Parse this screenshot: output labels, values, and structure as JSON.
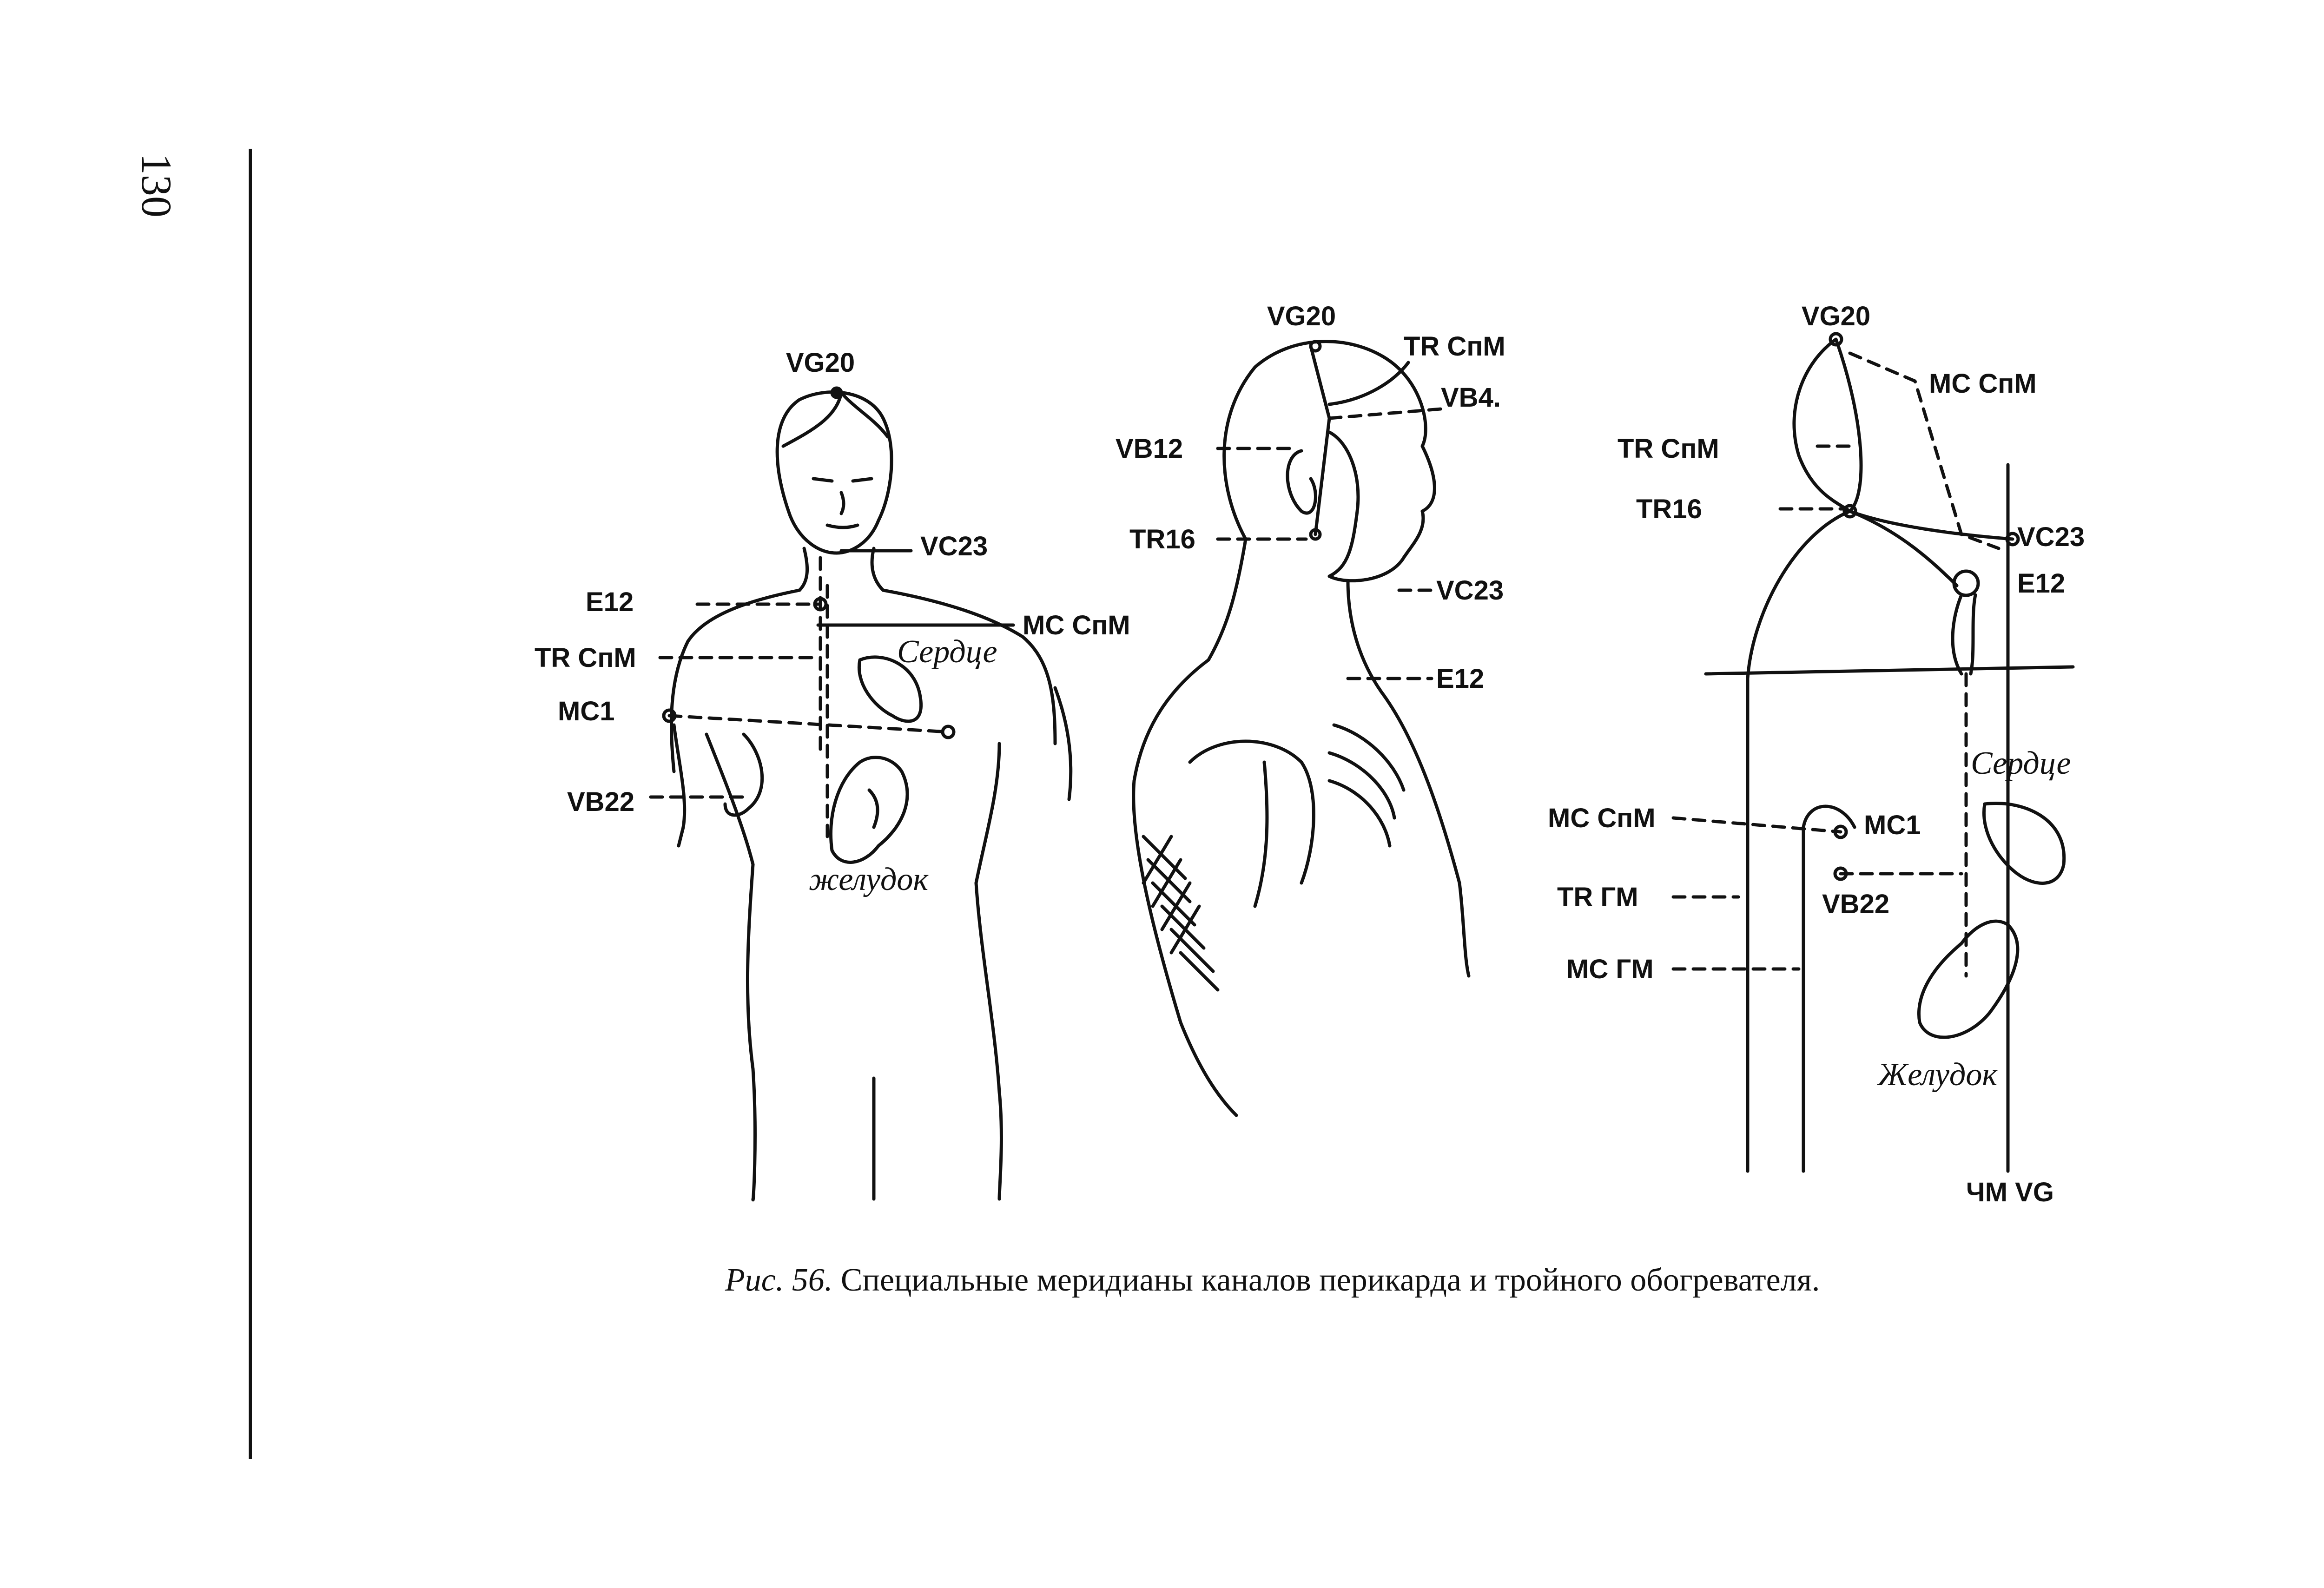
{
  "page_number": "130",
  "caption": {
    "figure_label": "Рис. 56.",
    "text": "Специальные меридианы каналов перикарда и тройного обогревателя."
  },
  "figure_front": {
    "labels": {
      "vg20": "VG20",
      "vc23": "VC23",
      "e12": "E12",
      "mc_spm": "MC CпM",
      "tr_spm": "TR CпM",
      "heart": "Сердце",
      "mc1": "MC1",
      "vb22": "VB22",
      "stomach": "желудок"
    }
  },
  "figure_side": {
    "labels": {
      "vg20": "VG20",
      "tr_spm": "TR CпM",
      "vb4": "VB4.",
      "vb12": "VB12",
      "tr16": "TR16",
      "vc23": "VC23",
      "e12": "E12"
    }
  },
  "figure_schema": {
    "labels": {
      "vg20": "VG20",
      "mc_spm_top": "MC CпM",
      "tr_spm": "TR CпM",
      "tr16": "TR16",
      "vc23": "VC23",
      "e12": "E12",
      "heart": "Сердце",
      "mc_spm": "MC CпM",
      "mc1": "MC1",
      "tr_gm": "TR ГМ",
      "vb22": "VB22",
      "mc_gm": "MC ГМ",
      "stomach": "Желудок",
      "chm_vg": "ЧM VG"
    }
  }
}
